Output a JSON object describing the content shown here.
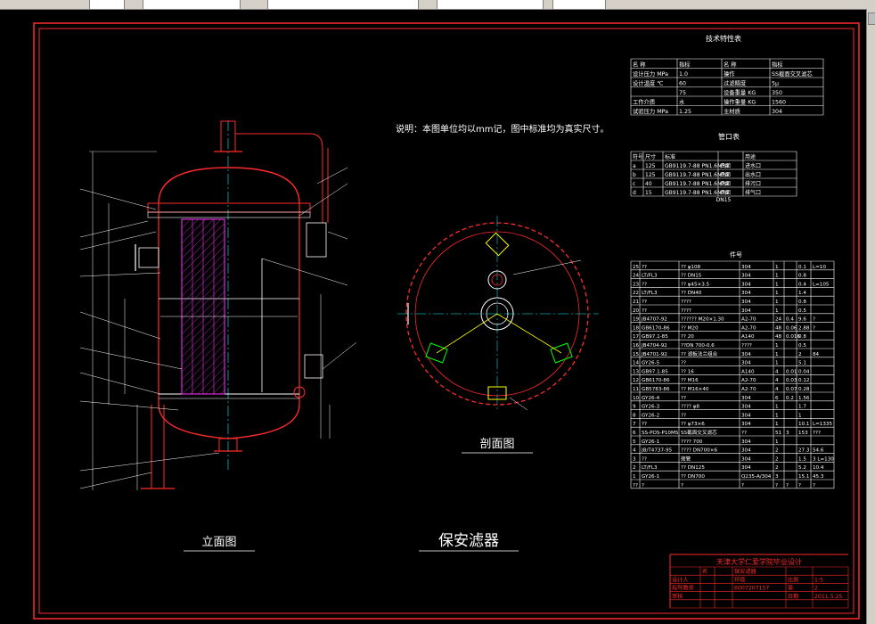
{
  "note": "说明：本图单位均以mm记，图中标准均为真实尺寸。",
  "labels": {
    "elevation_title": "立面图",
    "section_title": "剖面图",
    "drawing_title": "保安滤器"
  },
  "tech_table": {
    "title": "技术特性表",
    "rows": [
      [
        "名 称",
        "指标",
        "名 称",
        "指标"
      ],
      [
        "设计压力 MPa",
        "1.0",
        "操作",
        "SS截面交叉滤芯"
      ],
      [
        "设计温度 ℃",
        "60",
        "过滤精度",
        "5μ"
      ],
      [
        "",
        "75",
        "设备重量 KG",
        "350"
      ],
      [
        "工作介质",
        "水",
        "操作重量 KG",
        "1560"
      ],
      [
        "试验压力 MPa",
        "1.25",
        "主材质",
        "304"
      ]
    ]
  },
  "nozzle_table": {
    "title": "管口表",
    "rows": [
      [
        "符号",
        "尺寸",
        "标准",
        "",
        "用途"
      ],
      [
        "a",
        "125",
        "GB9119.7-88 PN1.6MPa",
        "凸面",
        "进水口"
      ],
      [
        "b",
        "125",
        "GB9119.7-88 PN1.6MPa",
        "凸面",
        "出水口"
      ],
      [
        "c",
        "40",
        "GB9119.7-88 PN1.6MPa",
        "凸面",
        "排污口"
      ],
      [
        "d",
        "15",
        "GB9119.7-88 PN1.6MPa",
        "凸面",
        "排气口"
      ]
    ],
    "footnote": "DN15"
  },
  "bom_table": {
    "title": "件号",
    "rows": [
      [
        "25",
        "??",
        "?? φ108",
        "304",
        "1",
        "",
        "0.1",
        "L=10"
      ],
      [
        "24",
        "LT/FL3",
        "?? DN15",
        "304",
        "1",
        "",
        "0.8",
        ""
      ],
      [
        "23",
        "??",
        "?? φ45×3.5",
        "304",
        "1",
        "",
        "0.4",
        "L=105"
      ],
      [
        "22",
        "LT/FL3",
        "?? DN40",
        "304",
        "1",
        "",
        "1.4",
        ""
      ],
      [
        "21",
        "??",
        "????",
        "304",
        "1",
        "",
        "0.8",
        ""
      ],
      [
        "20",
        "??",
        "????",
        "304",
        "1",
        "",
        "0.5",
        ""
      ],
      [
        "19",
        "JB4707-92",
        "?????? M20×1.30",
        "A2-70",
        "24",
        "0.4",
        "9.6",
        "?"
      ],
      [
        "18",
        "GB6170-86",
        "?? M20",
        "A2-70",
        "48",
        "0.06",
        "2.88",
        "?"
      ],
      [
        "17",
        "GB97.1-85",
        "?? 20",
        "A140",
        "48",
        "0.016",
        "0.8",
        ""
      ],
      [
        "16",
        "JB4704-92",
        "??DN 700-0.6",
        "????",
        "1",
        "",
        "0.5",
        ""
      ],
      [
        "15",
        "JB4701-92",
        "?? 滤板法兰组合",
        "304",
        "1",
        "",
        "2",
        "84"
      ],
      [
        "14",
        "GY26-5",
        "??",
        "304",
        "1",
        "",
        "5.1",
        ""
      ],
      [
        "13",
        "GB97.1-85",
        "?? 16",
        "A140",
        "4",
        "0.01",
        "0.04",
        ""
      ],
      [
        "12",
        "GB6170-86",
        "?? M16",
        "A2-70",
        "4",
        "0.03",
        "0.12",
        ""
      ],
      [
        "11",
        "GB5783-86",
        "?? M16×40",
        "A2-70",
        "4",
        "0.07",
        "0.28",
        ""
      ],
      [
        "10",
        "GY26-4",
        "??",
        "304",
        "6",
        "0.2",
        "1.56",
        ""
      ],
      [
        "9",
        "GY26-3",
        "???? φ8",
        "304",
        "1",
        "",
        "1.7",
        ""
      ],
      [
        "8",
        "GY26-2",
        "??",
        "304",
        "1",
        "",
        "1",
        ""
      ],
      [
        "7",
        "??",
        "?? φ73×6",
        "304",
        "1",
        "",
        "10.1",
        "L=1335"
      ],
      [
        "6",
        "SS-POS-P10MS",
        "SS截面交叉滤芯",
        "??",
        "51",
        "3",
        "153",
        "???"
      ],
      [
        "5",
        "GY26-1",
        "???? 700",
        "304",
        "1",
        "",
        "",
        ""
      ],
      [
        "4",
        "JB/T4737-95",
        "???? DN700×6",
        "304",
        "2",
        "",
        "27.3",
        "54.6"
      ],
      [
        "3",
        "??",
        "接管",
        "304",
        "2",
        "",
        "1.5",
        "3 L=130"
      ],
      [
        "2",
        "LT/FL3",
        "?? DN125",
        "304",
        "2",
        "",
        "5.2",
        "10.4"
      ],
      [
        "1",
        "GY26-1",
        "?? DN700",
        "Q235-A/304",
        "3",
        "",
        "15.1",
        "45.3"
      ],
      [
        "??",
        "?",
        "?",
        "?",
        "?",
        "?",
        "?",
        "?"
      ]
    ]
  },
  "title_block": {
    "school": "天津大学仁爱学院毕业设计",
    "rows": [
      [
        "",
        "名",
        "",
        "保安滤器",
        "",
        ""
      ],
      [
        "设计人",
        "",
        "",
        "环境",
        "比例",
        "1:5"
      ],
      [
        "指导教师",
        "",
        "",
        "6007207157",
        "第",
        "2"
      ],
      [
        "审核",
        "",
        "",
        "",
        "日期",
        "2011.5.25"
      ],
      [
        "",
        "",
        "",
        "",
        "",
        ""
      ]
    ]
  }
}
